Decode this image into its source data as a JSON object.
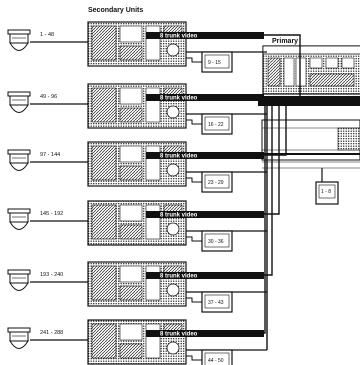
{
  "labels": {
    "secondary_title": "Secondary Units",
    "primary_title": "Primary"
  },
  "secondary_units": [
    {
      "camera_range": "1 - 48",
      "trunk_label": "8 trunk video",
      "monitor_label": "9 - 15"
    },
    {
      "camera_range": "49 - 96",
      "trunk_label": "8 trunk video",
      "monitor_label": "16 - 22"
    },
    {
      "camera_range": "97 - 144",
      "trunk_label": "8 trunk video",
      "monitor_label": "23 - 29"
    },
    {
      "camera_range": "145 - 192",
      "trunk_label": "8 trunk video",
      "monitor_label": "30 - 36"
    },
    {
      "camera_range": "193 - 240",
      "trunk_label": "8 trunk video",
      "monitor_label": "37 - 43"
    },
    {
      "camera_range": "241 - 288",
      "trunk_label": "8 trunk video",
      "monitor_label": "44 - 50"
    }
  ],
  "primary_monitor_label": "1 - 8"
}
